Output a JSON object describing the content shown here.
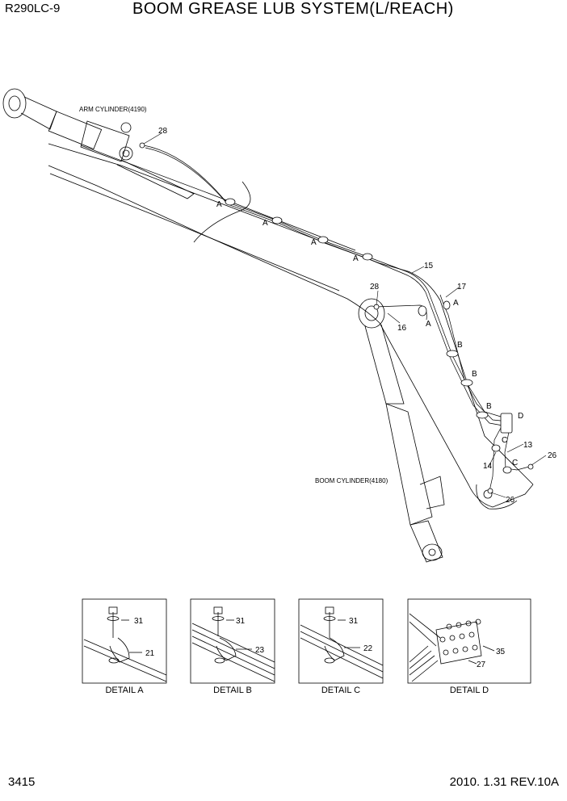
{
  "header": {
    "model": "R290LC-9",
    "title": "BOOM GREASE LUB SYSTEM(L/REACH)"
  },
  "footer": {
    "page_number": "3415",
    "revision": "2010. 1.31  REV.10A"
  },
  "labels": {
    "arm_cylinder": "ARM CYLINDER(4190)",
    "boom_cylinder": "BOOM CYLINDER(4180)"
  },
  "callouts": {
    "p28a": "28",
    "p28b": "28",
    "p15": "15",
    "p17": "17",
    "p16": "16",
    "p13": "13",
    "p14": "14",
    "p26a": "26",
    "p26b": "26"
  },
  "view_letters": {
    "a": "A",
    "b": "B",
    "c": "C",
    "d": "D"
  },
  "details": [
    {
      "caption": "DETAIL  A",
      "parts": [
        "31",
        "21"
      ]
    },
    {
      "caption": "DETAIL  B",
      "parts": [
        "31",
        "23"
      ]
    },
    {
      "caption": "DETAIL  C",
      "parts": [
        "31",
        "22"
      ]
    },
    {
      "caption": "DETAIL  D",
      "parts": [
        "35",
        "27"
      ]
    }
  ]
}
